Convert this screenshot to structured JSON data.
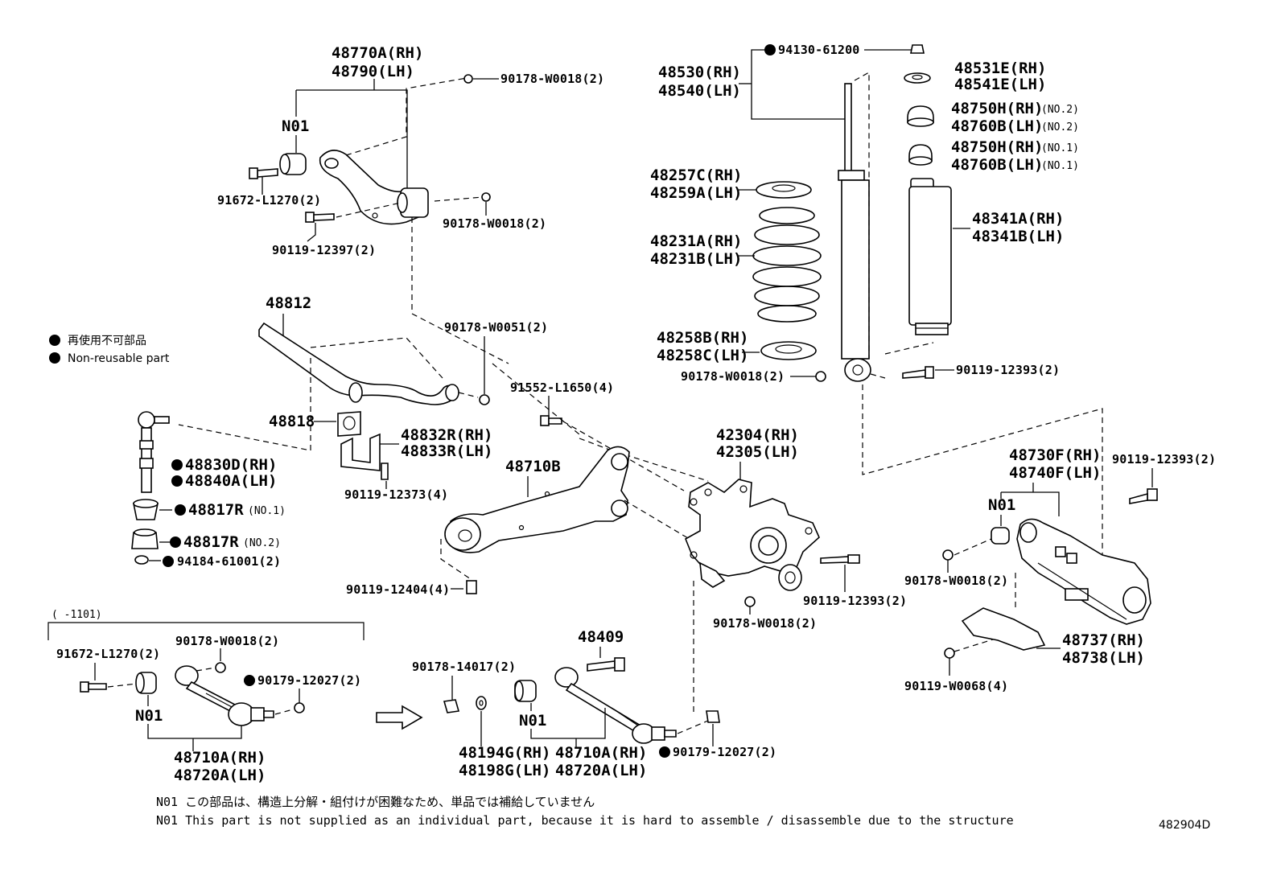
{
  "diagram_id": "482904D",
  "legend": {
    "jp": "再使用不可部品",
    "en": "Non-reusable part"
  },
  "notes": {
    "jp": "N01  この部品は、構造上分解・組付けが困難なため、単品では補給していません",
    "en": "N01  This part is not supplied as an individual part, because it is hard to assemble / disassemble due to the structure"
  },
  "variant_range": "(    -1101)",
  "labels": {
    "upper_arm_rh": "48770A(RH)",
    "upper_arm_lh": "48790(LH)",
    "n01_upper": "N01",
    "nut_90178_w0018_top": "90178-W0018(2)",
    "bolt_91672_l1270_top": "91672-L1270(2)",
    "nut_90178_w0018_mid": "90178-W0018(2)",
    "bolt_90119_12397": "90119-12397(2)",
    "stabilizer_bar": "48812",
    "nut_90178_w0051": "90178-W0051(2)",
    "bushing_48818": "48818",
    "bracket_rh": "48832R(RH)",
    "bracket_lh": "48833R(LH)",
    "bolt_90119_12373": "90119-12373(4)",
    "link_rh": "48830D(RH)",
    "link_lh": "48840A(LH)",
    "cushion_no1": "48817R",
    "cushion_no1_suffix": "(NO.1)",
    "cushion_no2": "48817R",
    "cushion_no2_suffix": "(NO.2)",
    "nut_94184": "94184-61001(2)",
    "bolt_91552_l1650": "91552-L1650(4)",
    "lower_arm_48710b": "48710B",
    "bolt_90119_12404": "90119-12404(4)",
    "carrier_rh": "42304(RH)",
    "carrier_lh": "42305(LH)",
    "bolt_90119_12393_mid": "90119-12393(2)",
    "nut_90178_w0018_carrier": "90178-W0018(2)",
    "nut_94130": "94130-61200",
    "absorber_rh": "48530(RH)",
    "absorber_lh": "48540(LH)",
    "seat_48531e": "48531E(RH)",
    "seat_48541e": "48541E(LH)",
    "support_no2_rh": "48750H(RH)",
    "support_no2_lh": "48760B(LH)",
    "suffix_no2": "(NO.2)",
    "support_no1_rh": "48750H(RH)",
    "support_no1_lh": "48760B(LH)",
    "suffix_no1": "(NO.1)",
    "insulator_upper_rh": "48257C(RH)",
    "insulator_upper_lh": "48259A(LH)",
    "spring_rh": "48231A(RH)",
    "spring_lh": "48231B(LH)",
    "boot_rh": "48341A(RH)",
    "boot_lh": "48341B(LH)",
    "insulator_lower_rh": "48258B(RH)",
    "insulator_lower_lh": "48258C(LH)",
    "nut_90178_w0018_shock": "90178-W0018(2)",
    "bolt_90119_12393_shock": "90119-12393(2)",
    "trailing_arm_rh": "48730F(RH)",
    "trailing_arm_lh": "48740F(LH)",
    "bolt_90119_12393_right": "90119-12393(2)",
    "n01_trailing": "N01",
    "nut_90178_w0018_right": "90178-W0018(2)",
    "cover_rh": "48737(RH)",
    "cover_lh": "48738(LH)",
    "bolt_90119_w0068": "90119-W0068(4)",
    "bolt_91672_l1270_bottom": "91672-L1270(2)",
    "nut_90178_w0018_bottom": "90178-W0018(2)",
    "nut_90179_12027_left": "90179-12027(2)",
    "n01_left": "N01",
    "arm_48710a_rh_left": "48710A(RH)",
    "arm_48720a_lh_left": "48720A(LH)",
    "bolt_48409": "48409",
    "nut_90178_14017": "90178-14017(2)",
    "n01_right": "N01",
    "washer_rh": "48194G(RH)",
    "washer_lh": "48198G(LH)",
    "arm_48710a_rh_right": "48710A(RH)",
    "arm_48720a_lh_right": "48720A(LH)",
    "nut_90179_12027_right": "90179-12027(2)"
  }
}
